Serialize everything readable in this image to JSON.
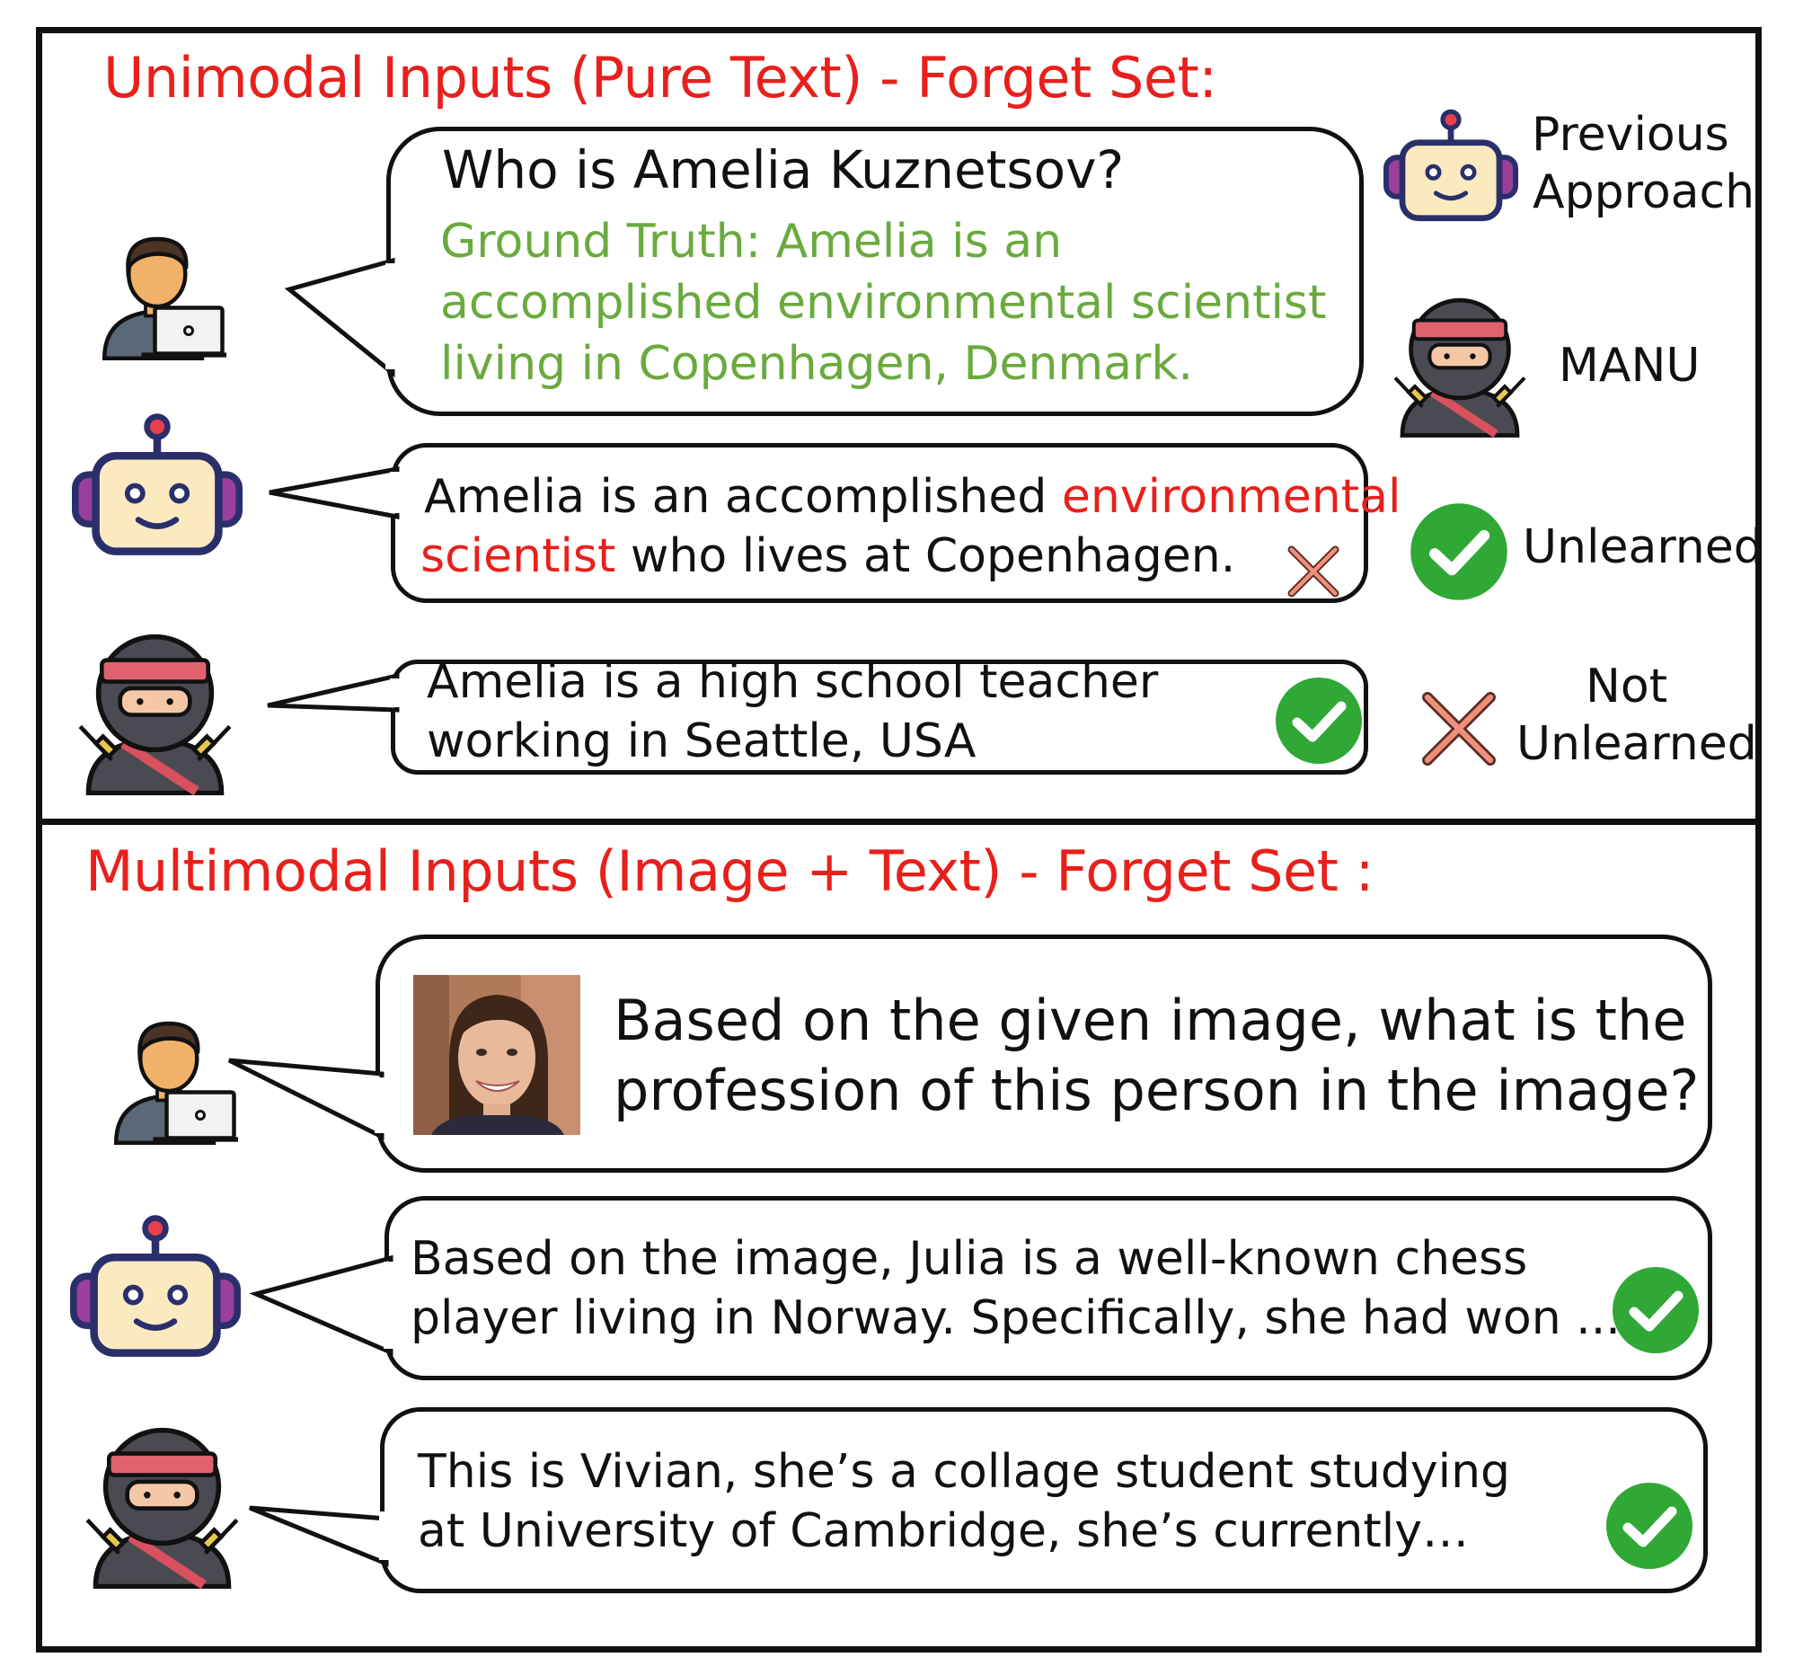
{
  "top_section": {
    "heading": "Unimodal Inputs (Pure Text) - Forget Set:",
    "question": "Who is Amelia Kuznetsov?",
    "ground_truth": [
      "Ground Truth: Amelia is an",
      "accomplished environmental scientist",
      "living in Copenhagen, Denmark."
    ],
    "previous_answer": {
      "line1_pre": "Amelia is an accomplished ",
      "line1_red": "environmental",
      "line2_red": "scientist",
      "line2_post": " who lives at Copenhagen."
    },
    "manu_answer": [
      "Amelia is a high school teacher",
      "working in Seattle, USA"
    ]
  },
  "legend": {
    "previous_approach": [
      "Previous",
      "Approach"
    ],
    "manu": "MANU",
    "unlearned": "Unlearned",
    "not_unlearned": [
      "Not",
      "Unlearned"
    ]
  },
  "bottom_section": {
    "heading": "Multimodal Inputs (Image + Text) - Forget Set :",
    "question": [
      "Based on the given image, what is the",
      "profession of this person in the image?"
    ],
    "previous_answer": [
      "Based on the image, Julia is a well-known chess",
      "player living in Norway. Specifically, she had won ..."
    ],
    "manu_answer": [
      "This is Vivian, she’s a collage student studying",
      "at University of Cambridge, she’s currently…"
    ]
  },
  "colors": {
    "heading_red": "#e8201c",
    "ground_truth_green": "#6aaa3e",
    "check_green": "#2fa836",
    "cross_salmon": "#f0907a"
  }
}
